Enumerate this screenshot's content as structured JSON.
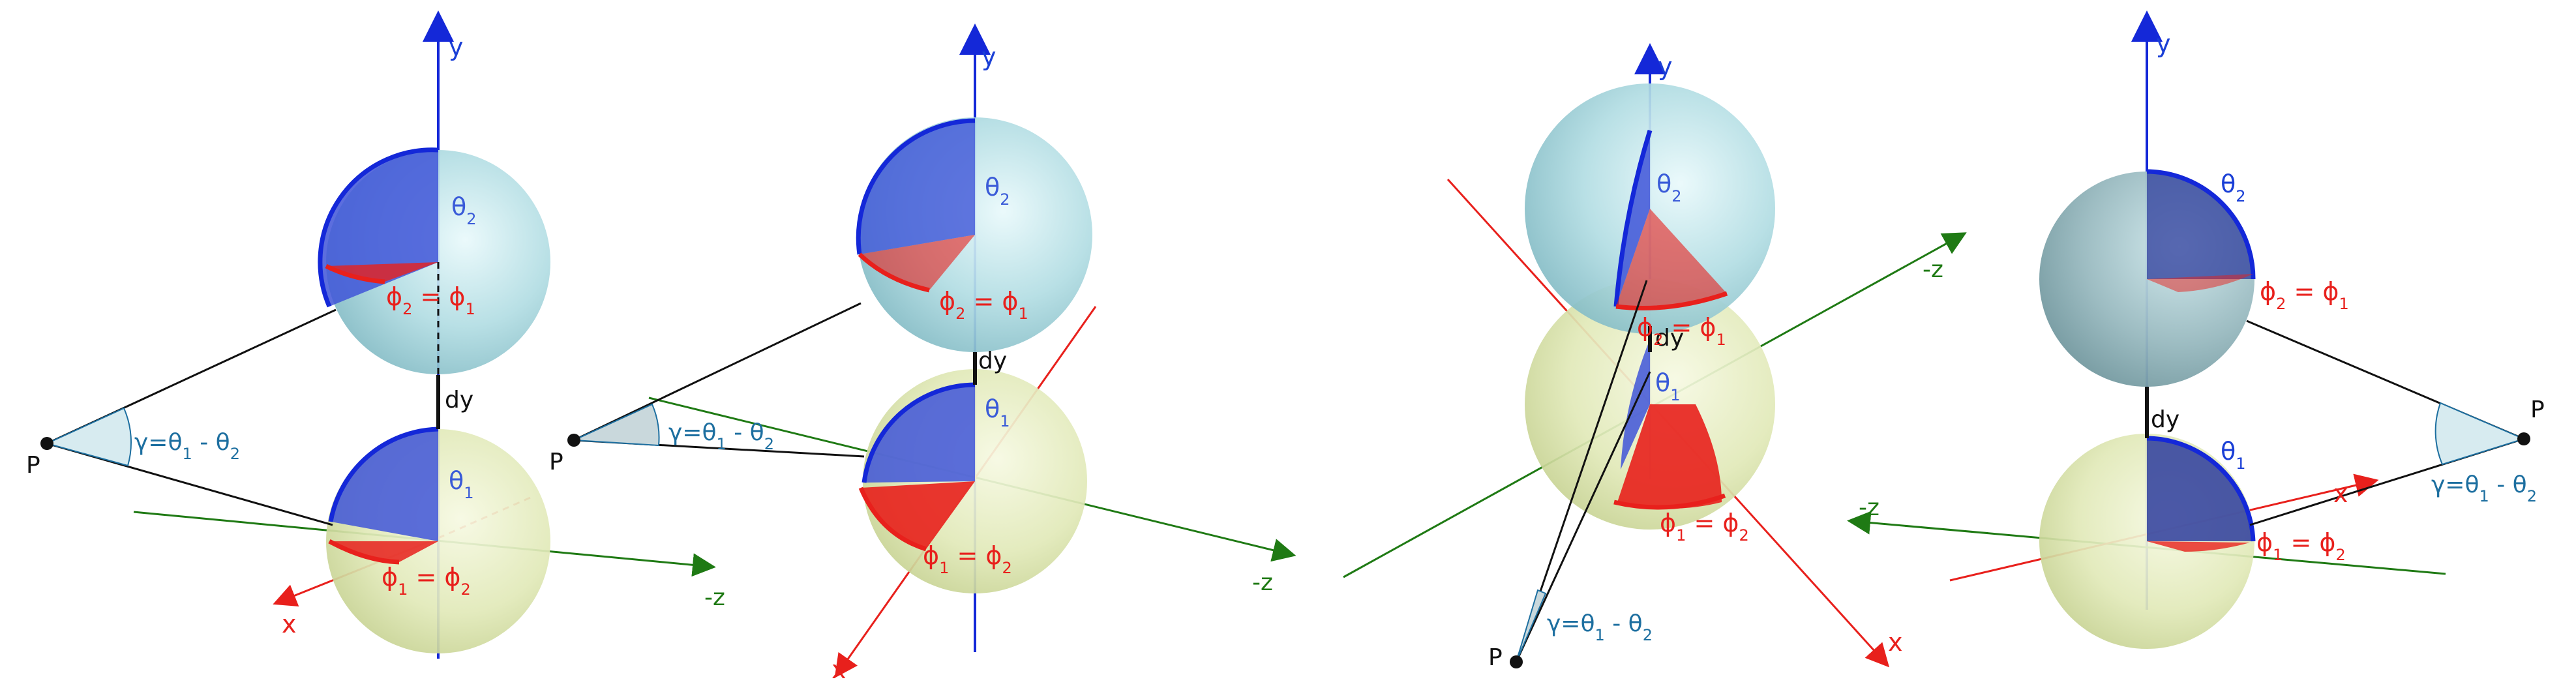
{
  "colors": {
    "blue": "#1428d8",
    "red": "#e8201c",
    "green": "#1f7a14",
    "teal_label": "#1d6fa0",
    "sphere_top": "#9fcfd6",
    "sphere_bottom": "#dfe8b0",
    "point": "#111111"
  },
  "labels": {
    "y_axis": "y",
    "x_axis": "x",
    "neg_z_axis": "-z",
    "point": "P",
    "distance": "dy",
    "gamma": "γ=θ",
    "gamma_sub1": "1",
    "gamma_mid": " - θ",
    "gamma_sub2": "2",
    "theta": "θ",
    "theta_top_sub": "2",
    "theta_bottom_sub": "1",
    "phi": "ϕ",
    "phi_equals": " = ϕ",
    "sub1": "1",
    "sub2": "2"
  },
  "panels": [
    {
      "id": "panel-1",
      "phi_top_order": [
        "2",
        "1"
      ],
      "phi_bottom_order": [
        "1",
        "2"
      ]
    },
    {
      "id": "panel-2",
      "phi_top_order": [
        "2",
        "1"
      ],
      "phi_bottom_order": [
        "1",
        "2"
      ]
    },
    {
      "id": "panel-3",
      "phi_top_order": [
        "2",
        "1"
      ],
      "phi_bottom_order": [
        "1",
        "2"
      ]
    },
    {
      "id": "panel-4",
      "phi_top_order": [
        "2",
        "1"
      ],
      "phi_bottom_order": [
        "1",
        "2"
      ]
    }
  ]
}
